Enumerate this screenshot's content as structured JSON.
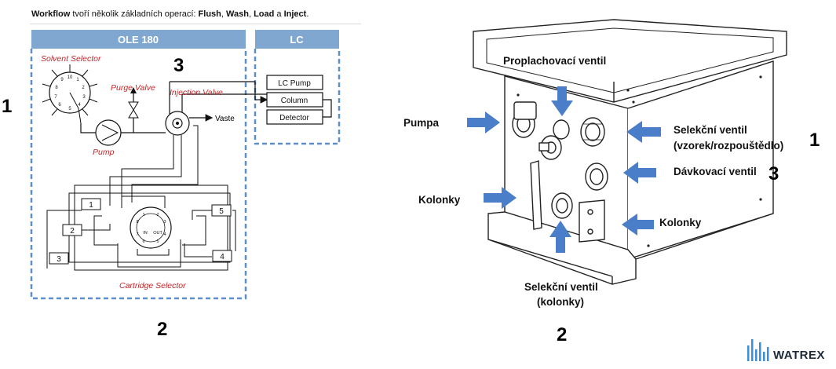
{
  "intro": {
    "bold1": "Workflow",
    "text1": " tvoří několik základních operací: ",
    "op1": "Flush",
    "sep1": ", ",
    "op2": "Wash",
    "sep2": ", ",
    "op3": "Load",
    "sep3": " a ",
    "op4": "Inject",
    "end": "."
  },
  "schematic": {
    "ole_title": "OLE 180",
    "lc_title": "LC",
    "solvent_selector": "Solvent Selector",
    "purge_valve": "Purge Valve",
    "injection_valve": "Injection Valve",
    "pump": "Pump",
    "vaste": "Vaste",
    "cartridge_selector": "Cartridge Selector",
    "lc_pump": "LC Pump",
    "column": "Column",
    "detector": "Detector",
    "cartridges": [
      "1",
      "2",
      "3",
      "4",
      "5"
    ],
    "valve_in": "IN",
    "valve_out": "OUT",
    "dial_numbers": [
      "10",
      "1",
      "2",
      "3",
      "4",
      "5",
      "6",
      "7",
      "8",
      "9"
    ],
    "cart_ports": [
      "1",
      "2",
      "3",
      "4",
      "5",
      "6",
      "7",
      "8"
    ]
  },
  "markers": {
    "left_1": "1",
    "left_3": "3",
    "left_2": "2",
    "right_1": "1",
    "right_3": "3",
    "right_2": "2"
  },
  "labels": {
    "proplachovaci": "Proplachovací ventil",
    "pumpa": "Pumpa",
    "selekcni_1": "Selekční ventil",
    "selekcni_1b": "(vzorek/rozpouštědlo)",
    "davkovaci": "Dávkovací ventil",
    "kolonky_left": "Kolonky",
    "kolonky_right": "Kolonky",
    "selekcni_2": "Selekční ventil",
    "selekcni_2b": "(kolonky)"
  },
  "logo": {
    "text": "WATREX",
    "color": "#1c2a3a",
    "accent": "#3b8fd6"
  },
  "colors": {
    "header_blue": "#7fa7d0",
    "dashed_blue": "#5b8fc7",
    "arrow_blue": "#4a7ec8",
    "red_label": "#c0282a"
  }
}
